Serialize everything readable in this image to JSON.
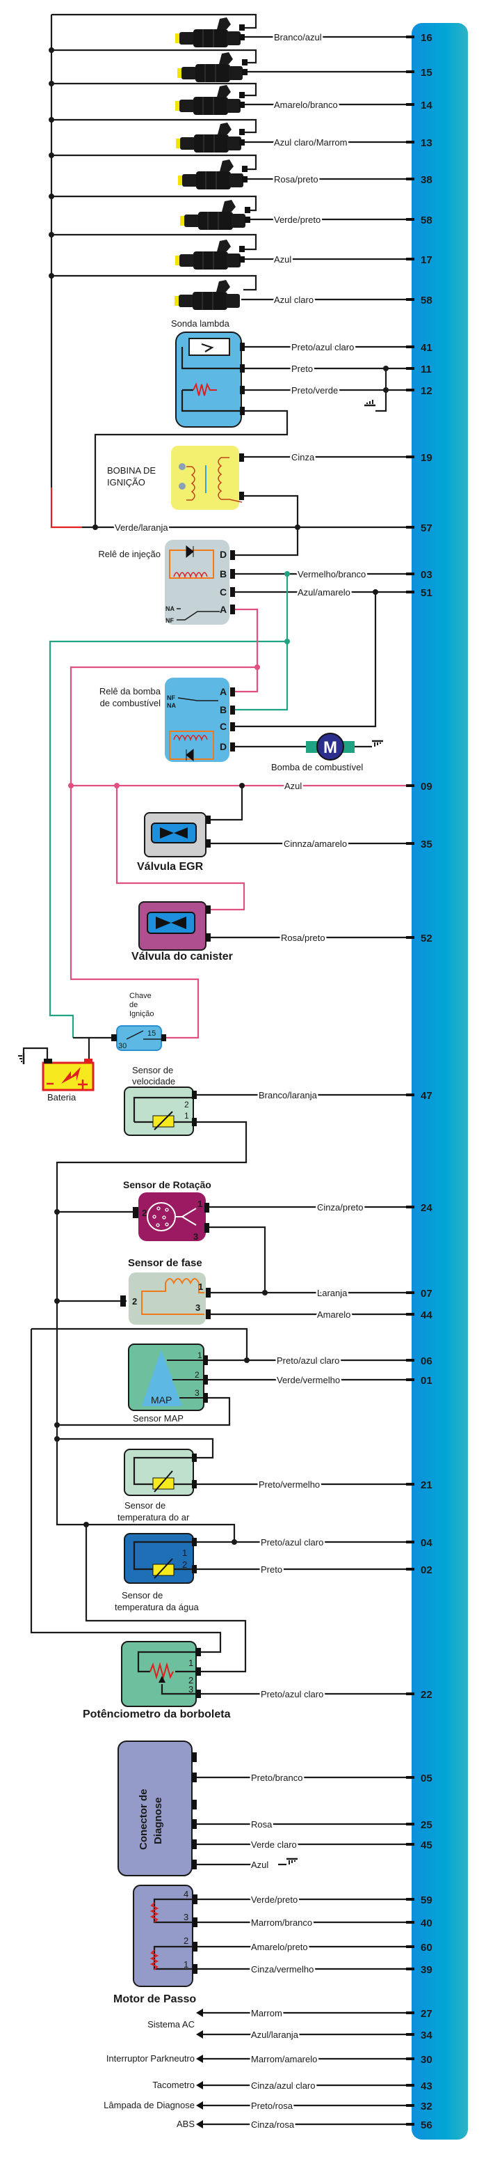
{
  "ecu": {
    "color_left": "#0e8fdc",
    "color_right": "#2fb2c6",
    "pins": [
      {
        "pin": "16",
        "wire": "Branco/azul"
      },
      {
        "pin": "15",
        "wire": ""
      },
      {
        "pin": "14",
        "wire": "Amarelo/branco"
      },
      {
        "pin": "13",
        "wire": "Azul claro/Marrom"
      },
      {
        "pin": "38",
        "wire": "Rosa/preto"
      },
      {
        "pin": "58",
        "wire": "Verde/preto"
      },
      {
        "pin": "17",
        "wire": "Azul"
      },
      {
        "pin": "58",
        "wire": "Azul claro"
      },
      {
        "pin": "41",
        "wire": "Preto/azul claro"
      },
      {
        "pin": "11",
        "wire": "Preto"
      },
      {
        "pin": "12",
        "wire": "Preto/verde"
      },
      {
        "pin": "19",
        "wire": "Cinza"
      },
      {
        "pin": "57",
        "wire": "Verde/laranja"
      },
      {
        "pin": "03",
        "wire": "Vermelho/branco"
      },
      {
        "pin": "51",
        "wire": "Azul/amarelo"
      },
      {
        "pin": "09",
        "wire": "Azul"
      },
      {
        "pin": "35",
        "wire": "Cinnza/amarelo"
      },
      {
        "pin": "52",
        "wire": "Rosa/preto"
      },
      {
        "pin": "47",
        "wire": "Branco/laranja"
      },
      {
        "pin": "24",
        "wire": "Cinza/preto"
      },
      {
        "pin": "07",
        "wire": "Laranja"
      },
      {
        "pin": "44",
        "wire": "Amarelo"
      },
      {
        "pin": "06",
        "wire": "Preto/azul claro"
      },
      {
        "pin": "01",
        "wire": "Verde/vermelho"
      },
      {
        "pin": "21",
        "wire": "Preto/vermelho"
      },
      {
        "pin": "04",
        "wire": "Preto/azul claro"
      },
      {
        "pin": "02",
        "wire": "Preto"
      },
      {
        "pin": "22",
        "wire": "Preto/azul claro"
      },
      {
        "pin": "05",
        "wire": "Preto/branco"
      },
      {
        "pin": "25",
        "wire": "Rosa"
      },
      {
        "pin": "45",
        "wire": "Verde claro"
      },
      {
        "pin": "59",
        "wire": "Verde/preto"
      },
      {
        "pin": "40",
        "wire": "Marrom/branco"
      },
      {
        "pin": "60",
        "wire": "Amarelo/preto"
      },
      {
        "pin": "39",
        "wire": "Cinza/vermelho"
      },
      {
        "pin": "27",
        "wire": "Marrom"
      },
      {
        "pin": "34",
        "wire": "Azul/laranja"
      },
      {
        "pin": "30",
        "wire": "Marrom/amarelo"
      },
      {
        "pin": "43",
        "wire": "Cinza/azul claro"
      },
      {
        "pin": "32",
        "wire": "Preto/rosa"
      },
      {
        "pin": "56",
        "wire": "Cinza/rosa"
      }
    ]
  },
  "components": {
    "sonda": "Sonda lambda",
    "bobina_1": "BOBINA DE",
    "bobina_2": "IGNIÇÃO",
    "rele_injecao": "Relê de injeção",
    "rele_bomba_1": "Relê da bomba",
    "rele_bomba_2": "de combustível",
    "bomba": "Bomba de combustível",
    "bomba_symbol": "M",
    "egr": "Válvula EGR",
    "canister": "Válvula do canister",
    "chave_1": "Chave",
    "chave_2": "de",
    "chave_3": "Ignição",
    "chave_pin_30": "30",
    "chave_pin_15": "15",
    "bateria": "Bateria",
    "velocidade_1": "Sensor de",
    "velocidade_2": "velocidade",
    "rotacao": "Sensor de Rotação",
    "fase": "Sensor de fase",
    "map_inner": "MAP",
    "map": "Sensor MAP",
    "ar_1": "Sensor de",
    "ar_2": "temperatura  do ar",
    "agua_1": "Sensor de",
    "agua_2": "temperatura  da água",
    "borboleta": "Potênciometro da borboleta",
    "diagnose_1": "Conector de",
    "diagnose_2": "Diagnose",
    "diagnose_ground_wire": "Azul",
    "motor_passo": "Motor de Passo",
    "sistema_ac": "Sistema AC",
    "parkneutro": "Interruptor Parkneutro",
    "tacometro": "Tacometro",
    "lampada": "Lâmpada de Diagnose",
    "abs": "ABS",
    "relay_letters": {
      "a": "A",
      "b": "B",
      "c": "C",
      "d": "D",
      "na": "NA",
      "nf": "NF",
      "c_small": "C"
    },
    "pin_numbers": {
      "n1": "1",
      "n2": "2",
      "n3": "3",
      "n4": "4"
    }
  }
}
